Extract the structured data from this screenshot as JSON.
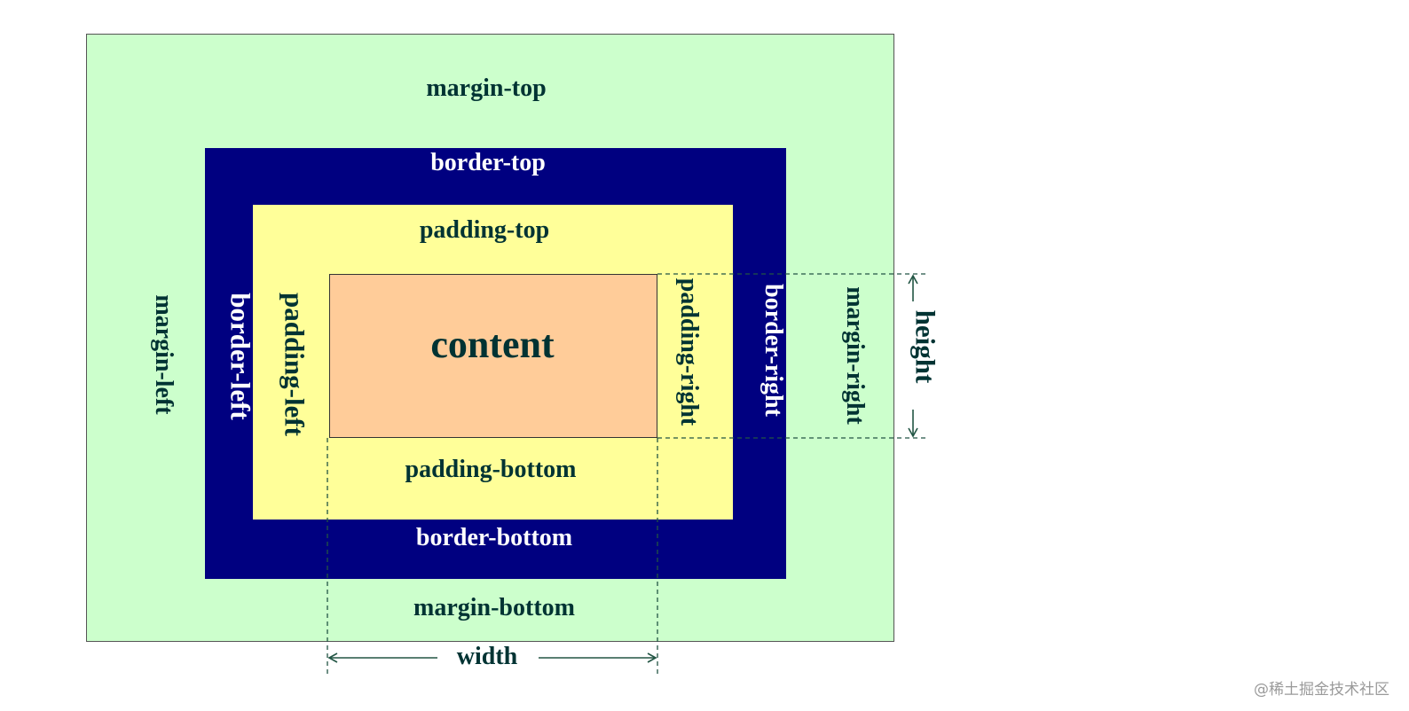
{
  "colors": {
    "margin": "#ccffcc",
    "border": "#000080",
    "padding": "#ffff99",
    "content": "#ffcc99",
    "dark_text": "#003333",
    "light_text": "#ffffff",
    "watermark": "#9a9a9a"
  },
  "labels": {
    "margin_top": "margin-top",
    "margin_bottom": "margin-bottom",
    "margin_left": "margin-left",
    "margin_right": "margin-right",
    "border_top": "border-top",
    "border_bottom": "border-bottom",
    "border_left": "border-left",
    "border_right": "border-right",
    "padding_top": "padding-top",
    "padding_bottom": "padding-bottom",
    "padding_left": "padding-left",
    "padding_right": "padding-right",
    "content": "content",
    "height": "height",
    "width": "width"
  },
  "watermark": "@稀土掘金技术社区"
}
